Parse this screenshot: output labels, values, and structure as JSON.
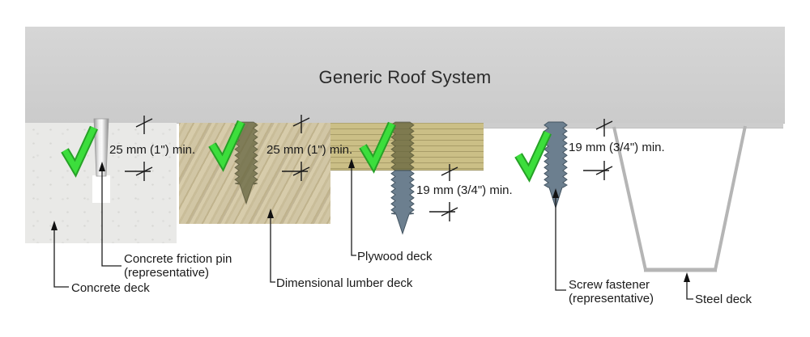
{
  "title": "Generic Roof System",
  "dims": {
    "concrete": "25 mm (1\") min.",
    "lumber": "25 mm (1\") min.",
    "plywood": "19 mm (3/4\") min.",
    "steel": "19 mm (3/4\") min."
  },
  "labels": {
    "concrete_deck": "Concrete deck",
    "concrete_pin": "Concrete friction pin",
    "concrete_pin_sub": "(representative)",
    "lumber_deck": "Dimensional lumber deck",
    "plywood_deck": "Plywood deck",
    "screw": "Screw fastener",
    "screw_sub": "(representative)",
    "steel_deck": "Steel deck"
  },
  "colors": {
    "banner": "#d2d2d2",
    "checkmark": "#3cde3c",
    "checkmark_dark": "#26a126",
    "screw": "#6c7f8f",
    "screw_edge": "#445562",
    "embedded_screw": "rgba(96,96,58,0.72)",
    "steel_outline": "#b5b5b5",
    "leader": "#1c1c1c"
  }
}
